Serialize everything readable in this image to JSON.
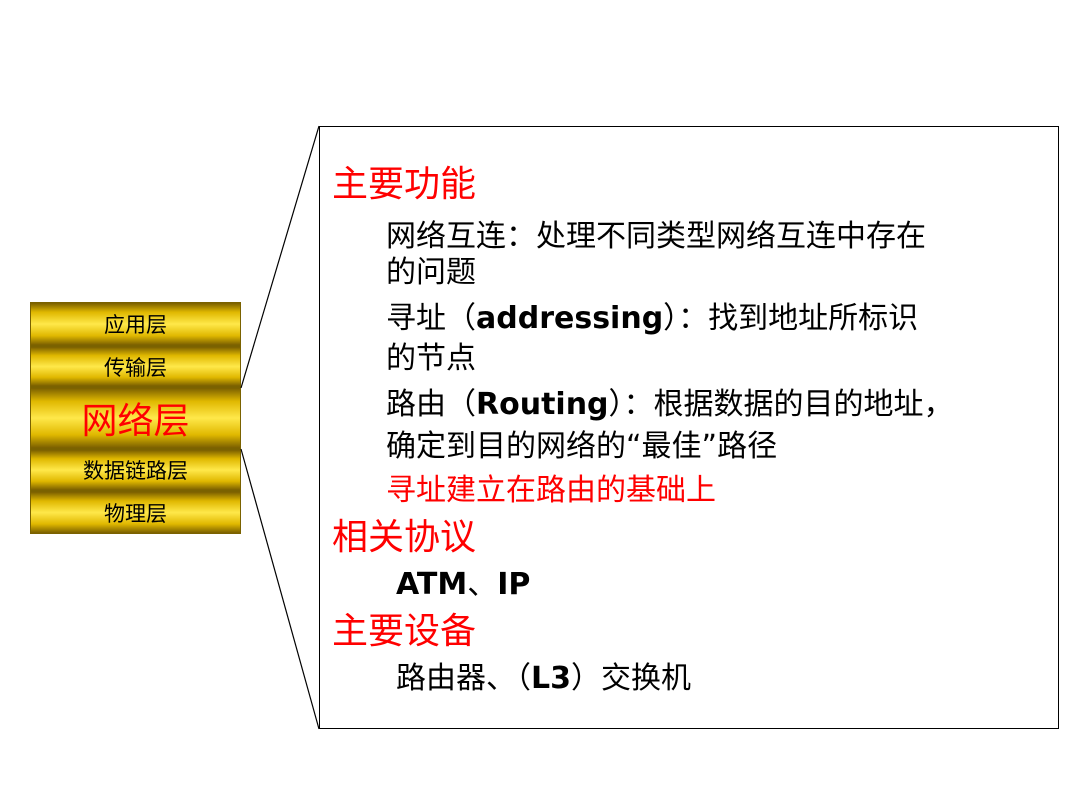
{
  "stack": {
    "layers": [
      {
        "label": "应用层",
        "active": false
      },
      {
        "label": "传输层",
        "active": false
      },
      {
        "label": "网络层",
        "active": true
      },
      {
        "label": "数据链路层",
        "active": false
      },
      {
        "label": "物理层",
        "active": false
      }
    ]
  },
  "panel": {
    "sections": [
      {
        "heading": "主要功能",
        "lines": [
          {
            "parts": [
              "网络互连：处理不同类型网络互连中存在"
            ]
          },
          {
            "parts": [
              "的问题"
            ]
          },
          {
            "parts": [
              "寻址（",
              "addressing",
              "）：找到地址所标识"
            ]
          },
          {
            "parts": [
              "的节点"
            ]
          },
          {
            "parts": [
              "路由（",
              "Routing",
              "）：根据数据的目的地址，"
            ]
          },
          {
            "parts": [
              "确定到目的网络的“最佳”路径"
            ]
          },
          {
            "parts": [
              "寻址建立在路由的基础上"
            ],
            "highlight": true
          }
        ]
      },
      {
        "heading": "相关协议",
        "lines": [
          {
            "parts": [
              "",
              "ATM",
              "、",
              "IP",
              ""
            ]
          }
        ]
      },
      {
        "heading": "主要设备",
        "lines": [
          {
            "parts": [
              "路由器、（",
              "L3",
              "）交换机"
            ]
          }
        ]
      }
    ]
  },
  "colors": {
    "heading": "#ff0000",
    "active_layer_text": "#ff0000",
    "layer_gold": "#ffe84a"
  }
}
